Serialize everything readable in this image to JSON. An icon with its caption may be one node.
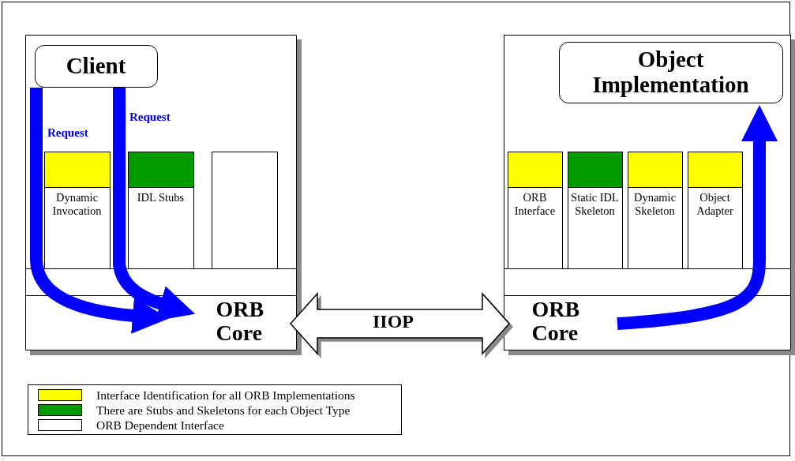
{
  "diagram": {
    "nodes": [
      {
        "text": [],
        "shape": "box"
      },
      {
        "text": [
          "Client"
        ],
        "in": 0
      },
      {
        "text": [
          "Dynamic Invocation"
        ],
        "in": 0
      },
      {
        "text": [
          "IDL Stubs"
        ],
        "in": 0
      },
      {
        "text": [],
        "shape": "box",
        "in": 0
      },
      {
        "text": [
          "ORB Core"
        ],
        "in": 0
      },
      {
        "text": [],
        "shape": "box"
      },
      {
        "text": [
          "Object Implementation"
        ],
        "in": 6
      },
      {
        "text": [
          "ORB Interface"
        ],
        "in": 6
      },
      {
        "text": [
          "Static IDL Skeleton"
        ],
        "in": 6
      },
      {
        "text": [
          "Dynamic Skeleton"
        ],
        "in": 6
      },
      {
        "text": [
          "Object Adapter"
        ],
        "in": 6
      },
      {
        "text": [
          "ORB Core"
        ],
        "in": 6
      }
    ],
    "edges": [
      {
        "from": 1,
        "to": 5,
        "arrow": "to",
        "label": "Request"
      },
      {
        "from": 1,
        "to": 5,
        "arrow": "to",
        "label": "Request"
      },
      {
        "from": 5,
        "to": 12,
        "arrow": "both",
        "label": "IIOP",
        "color": "#000000"
      },
      {
        "from": 12,
        "to": 7,
        "arrow": "to"
      }
    ],
    "legend": [
      {
        "text": "Interface Identification for all ORB Implementations",
        "color": "#ffff00"
      },
      {
        "text": "There are Stubs and Skeletons for each Object Type",
        "color": "#009900"
      },
      {
        "text": "ORB Dependent Interface",
        "color": "#ffffff"
      }
    ]
  }
}
